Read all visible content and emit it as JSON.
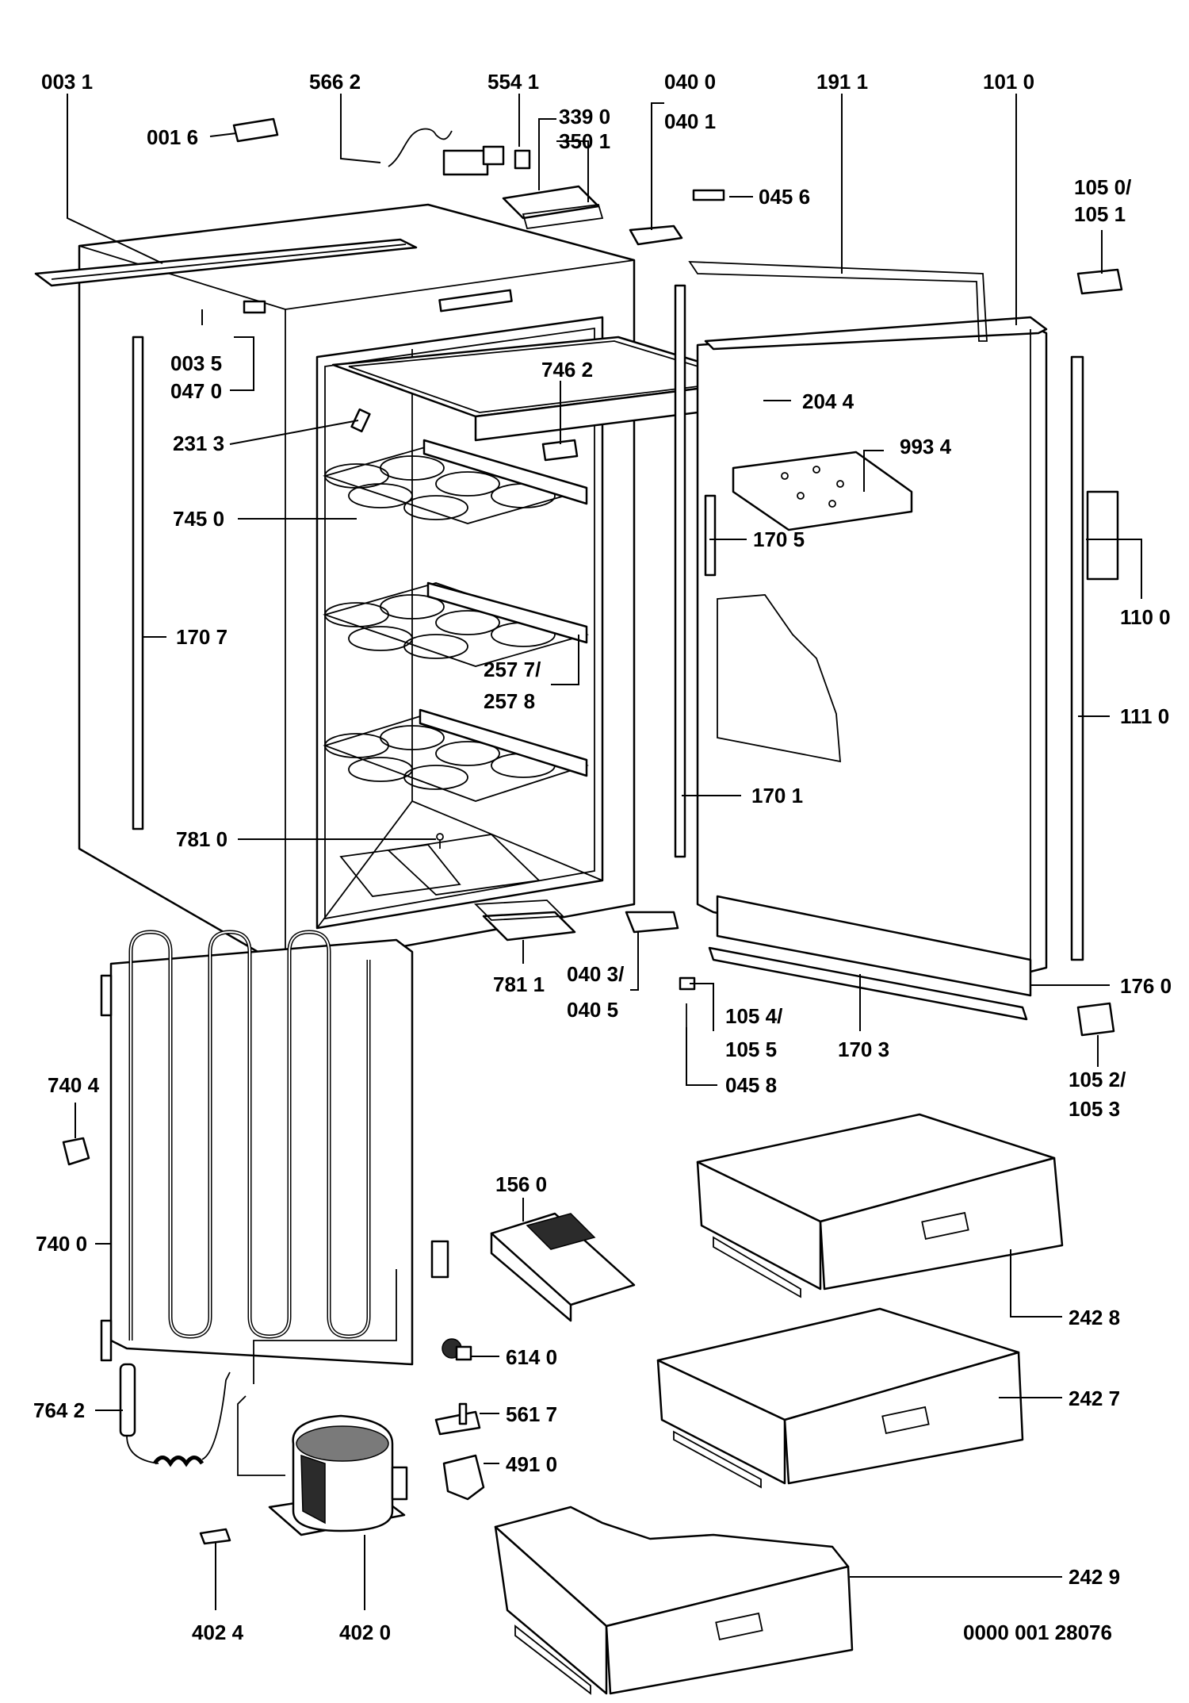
{
  "labels": {
    "p0031": "003 1",
    "p0016": "001 6",
    "p5662": "566 2",
    "p5541": "554 1",
    "p3390": "339 0",
    "p3501": "350 1",
    "p0400": "040 0",
    "p0401": "040 1",
    "p0456": "045 6",
    "p1911": "191 1",
    "p1010": "101 0",
    "p1050": "105 0/",
    "p1051": "105 1",
    "p0035": "003 5",
    "p0470": "047 0",
    "p7462": "746 2",
    "p2044": "204 4",
    "p2313": "231 3",
    "p9934": "993 4",
    "p7450": "745 0",
    "p1705": "170 5",
    "p1100": "110 0",
    "p1707": "170 7",
    "p2577": "257 7/",
    "p2578": "257 8",
    "p1110": "111 0",
    "p1701": "170 1",
    "p7810": "781 0",
    "p7811": "781 1",
    "p0403": "040 3/",
    "p0405": "040 5",
    "p1054": "105 4/",
    "p1055": "105 5",
    "p1703": "170 3",
    "p1760": "176 0",
    "p0458": "045 8",
    "p1052": "105 2/",
    "p1053": "105 3",
    "p7404": "740 4",
    "p1560": "156 0",
    "p7400": "740 0",
    "p2428": "242 8",
    "p6140": "614 0",
    "p2427": "242 7",
    "p7642": "764 2",
    "p5617": "561 7",
    "p4910": "491 0",
    "p2429": "242 9",
    "p4024": "402 4",
    "p4020": "402 0",
    "docnum": "0000 001 28076"
  }
}
